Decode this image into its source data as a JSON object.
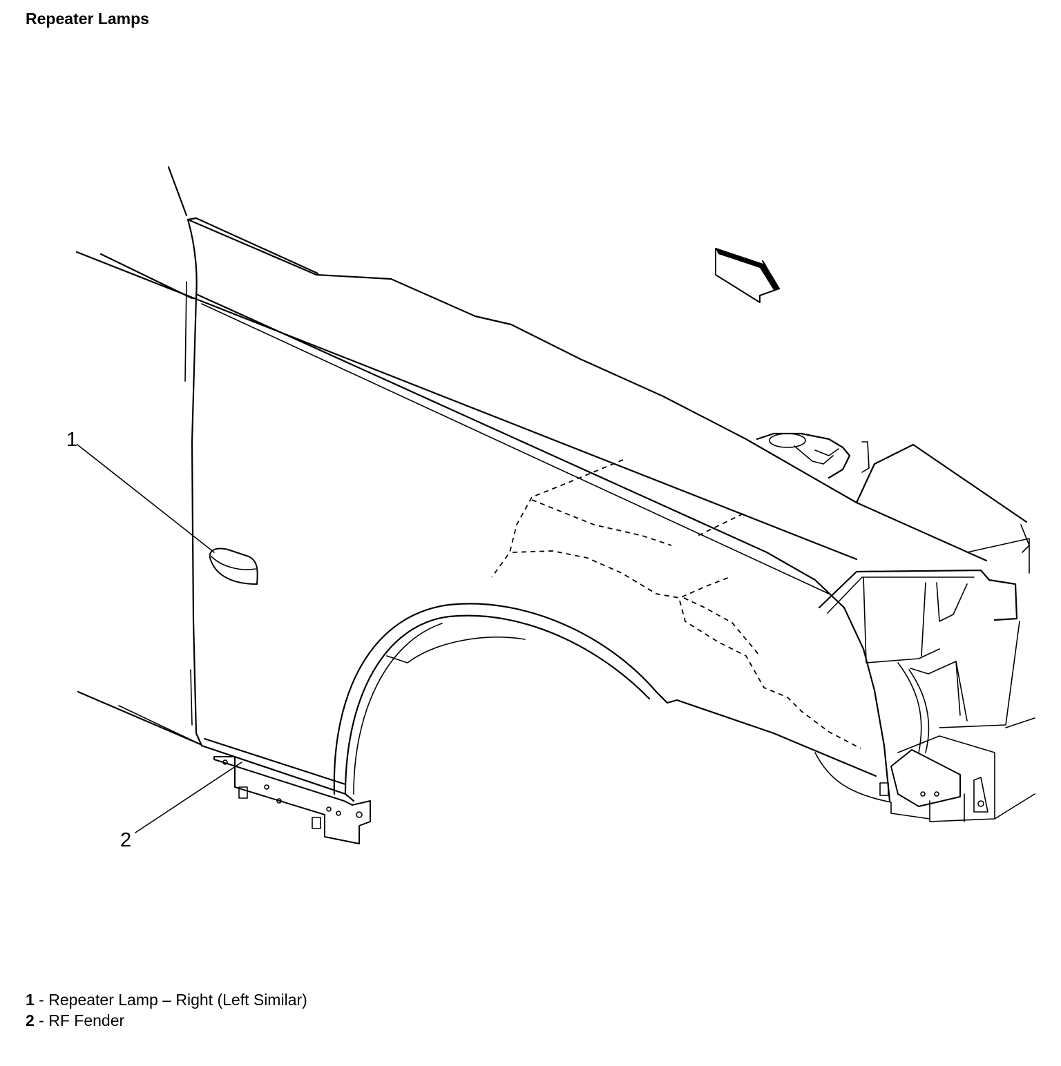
{
  "title": "Repeater Lamps",
  "callouts": [
    {
      "number": "1",
      "label": "Repeater Lamp – Right (Left Similar)"
    },
    {
      "number": "2",
      "label": "RF Fender"
    }
  ],
  "legend_separator": " - ",
  "icons": {
    "direction_arrow": "front-direction-arrow-icon"
  }
}
